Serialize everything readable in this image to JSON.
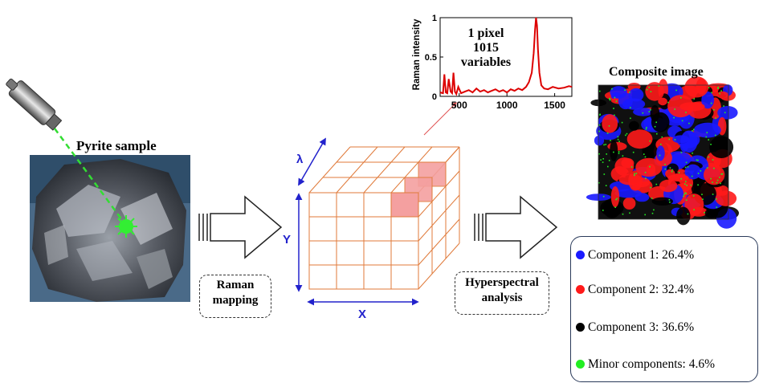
{
  "sample": {
    "title": "Pyrite sample"
  },
  "steps": {
    "raman": [
      "Raman",
      "mapping"
    ],
    "hyperspectral": [
      "Hyperspectral",
      "analysis"
    ]
  },
  "cube": {
    "axis_lambda": "λ",
    "axis_y": "Y",
    "axis_x": "X"
  },
  "spectrum_annotation": [
    "1 pixel",
    "1015",
    "variables"
  ],
  "composite": {
    "title": "Composite image"
  },
  "legend": {
    "items": [
      {
        "label": "Component 1: 26.4%",
        "color": "#1a1aff"
      },
      {
        "label": "Component 2: 32.4%",
        "color": "#ff1a1a"
      },
      {
        "label": "Component 3: 36.6%",
        "color": "#000000"
      },
      {
        "label": "Minor components: 4.6%",
        "color": "#22ee22"
      }
    ]
  },
  "colors": {
    "cube_line": "#e07a3a",
    "pixel_fill": "#f4a0a0",
    "spectrum": "#dd0000",
    "axis_arrow": "#2222cc"
  },
  "chart_data": {
    "type": "line",
    "ylabel": "Raman intensity",
    "xlabel": "",
    "xlim": [
      300,
      1680
    ],
    "ylim": [
      0,
      1
    ],
    "xticks": [
      "500",
      "1000",
      "1500"
    ],
    "yticks": [
      "0",
      "0.5",
      "1"
    ],
    "series": [
      {
        "x": [
          300,
          330,
          345,
          360,
          375,
          390,
          410,
          425,
          440,
          455,
          470,
          490,
          520,
          560,
          600,
          640,
          680,
          720,
          760,
          800,
          840,
          880,
          920,
          960,
          1000,
          1040,
          1080,
          1120,
          1160,
          1200,
          1230,
          1260,
          1280,
          1295,
          1305,
          1315,
          1325,
          1340,
          1360,
          1390,
          1430,
          1480,
          1540,
          1600,
          1650,
          1680
        ],
        "y": [
          0.05,
          0.04,
          0.28,
          0.05,
          0.04,
          0.22,
          0.06,
          0.04,
          0.3,
          0.06,
          0.03,
          0.12,
          0.04,
          0.06,
          0.08,
          0.05,
          0.1,
          0.06,
          0.08,
          0.05,
          0.07,
          0.09,
          0.06,
          0.08,
          0.05,
          0.09,
          0.07,
          0.1,
          0.08,
          0.12,
          0.18,
          0.3,
          0.55,
          0.85,
          1.0,
          0.9,
          0.6,
          0.3,
          0.14,
          0.1,
          0.09,
          0.12,
          0.1,
          0.11,
          0.13,
          0.12
        ]
      }
    ]
  }
}
